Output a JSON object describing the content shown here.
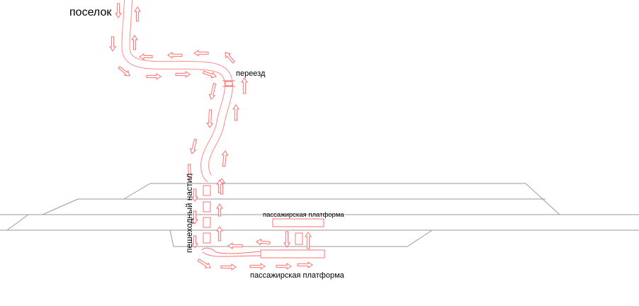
{
  "labels": {
    "village": "поселок",
    "crossing": "переезд",
    "walkway": "пешеходный настил",
    "platform_upper": "пассажирская платформа",
    "platform_lower": "пассажирская платформа"
  },
  "colors": {
    "route": "#ff6f6f",
    "track": "#9a9a9a"
  }
}
